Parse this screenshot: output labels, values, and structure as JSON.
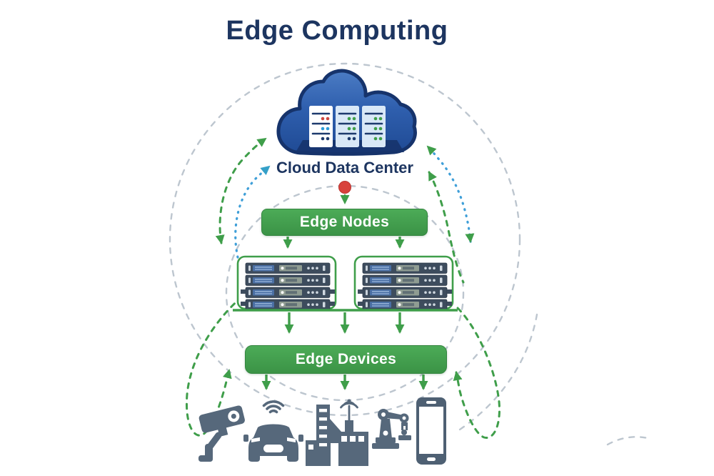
{
  "title": "Edge Computing",
  "cloud": {
    "label": "Cloud Data Center",
    "icon": "cloud-servers-icon"
  },
  "layers": {
    "edge_nodes": {
      "label": "Edge Nodes"
    },
    "edge_devices": {
      "label": "Edge Devices"
    }
  },
  "racks": {
    "count": 2,
    "units_per_rack": 4,
    "icon": "server-rack-icon"
  },
  "devices": [
    {
      "icon": "cctv-camera-icon"
    },
    {
      "icon": "connected-car-icon"
    },
    {
      "icon": "factory-icon"
    },
    {
      "icon": "robot-arm-icon"
    },
    {
      "icon": "smartphone-icon"
    }
  ],
  "indicators": {
    "status_dot": "red-status-dot"
  },
  "colors": {
    "accent_green": "#3f9e4a",
    "cloud_blue": "#2f5fae",
    "cloud_outline": "#16336b",
    "navy_text": "#1d3560",
    "device_slate": "#56687b",
    "dashed_gray": "#bdc6cf",
    "dashed_blue": "#3f9fd8",
    "status_red": "#d8423c"
  }
}
